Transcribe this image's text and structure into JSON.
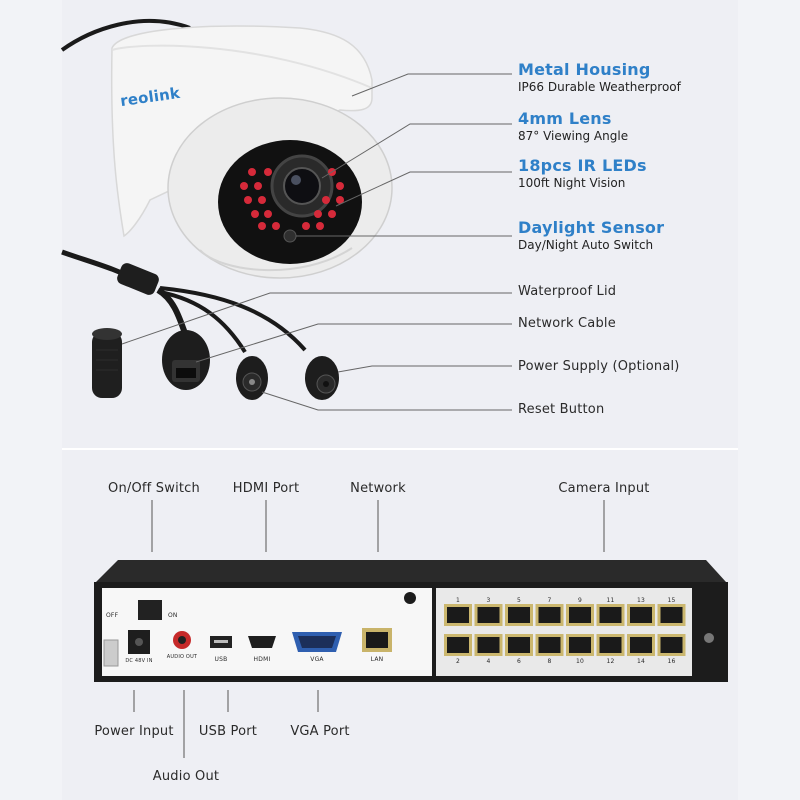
{
  "camera": {
    "brand": "reolink",
    "features": [
      {
        "title": "Metal Housing",
        "subtitle": "IP66 Durable Weatherproof"
      },
      {
        "title": "4mm Lens",
        "subtitle": "87° Viewing Angle"
      },
      {
        "title": "18pcs IR LEDs",
        "subtitle": "100ft Night Vision"
      },
      {
        "title": "Daylight Sensor",
        "subtitle": "Day/Night Auto Switch"
      }
    ],
    "cable_parts": [
      "Waterproof Lid",
      "Network Cable",
      "Power Supply (Optional)",
      "Reset Button"
    ]
  },
  "nvr": {
    "top_labels": [
      "On/Off Switch",
      "HDMI Port",
      "Network",
      "Camera Input"
    ],
    "bottom_labels": [
      "Power Input",
      "USB Port",
      "VGA Port",
      "Audio Out"
    ],
    "panel_text": {
      "off": "OFF",
      "on": "ON",
      "dc": "DC 48V IN",
      "audio": "AUDIO OUT",
      "usb": "USB",
      "hdmi": "HDMI",
      "vga": "VGA",
      "lan": "LAN"
    },
    "port_numbers_top": [
      "1",
      "3",
      "5",
      "7",
      "9",
      "11",
      "13",
      "15"
    ],
    "port_numbers_bottom": [
      "2",
      "4",
      "6",
      "8",
      "10",
      "12",
      "14",
      "16"
    ]
  },
  "colors": {
    "accent": "#2f80c8",
    "ir_led": "#d62a3a",
    "nvr_body": "#1c1c1c",
    "panel_bg": "#eeeff4"
  }
}
